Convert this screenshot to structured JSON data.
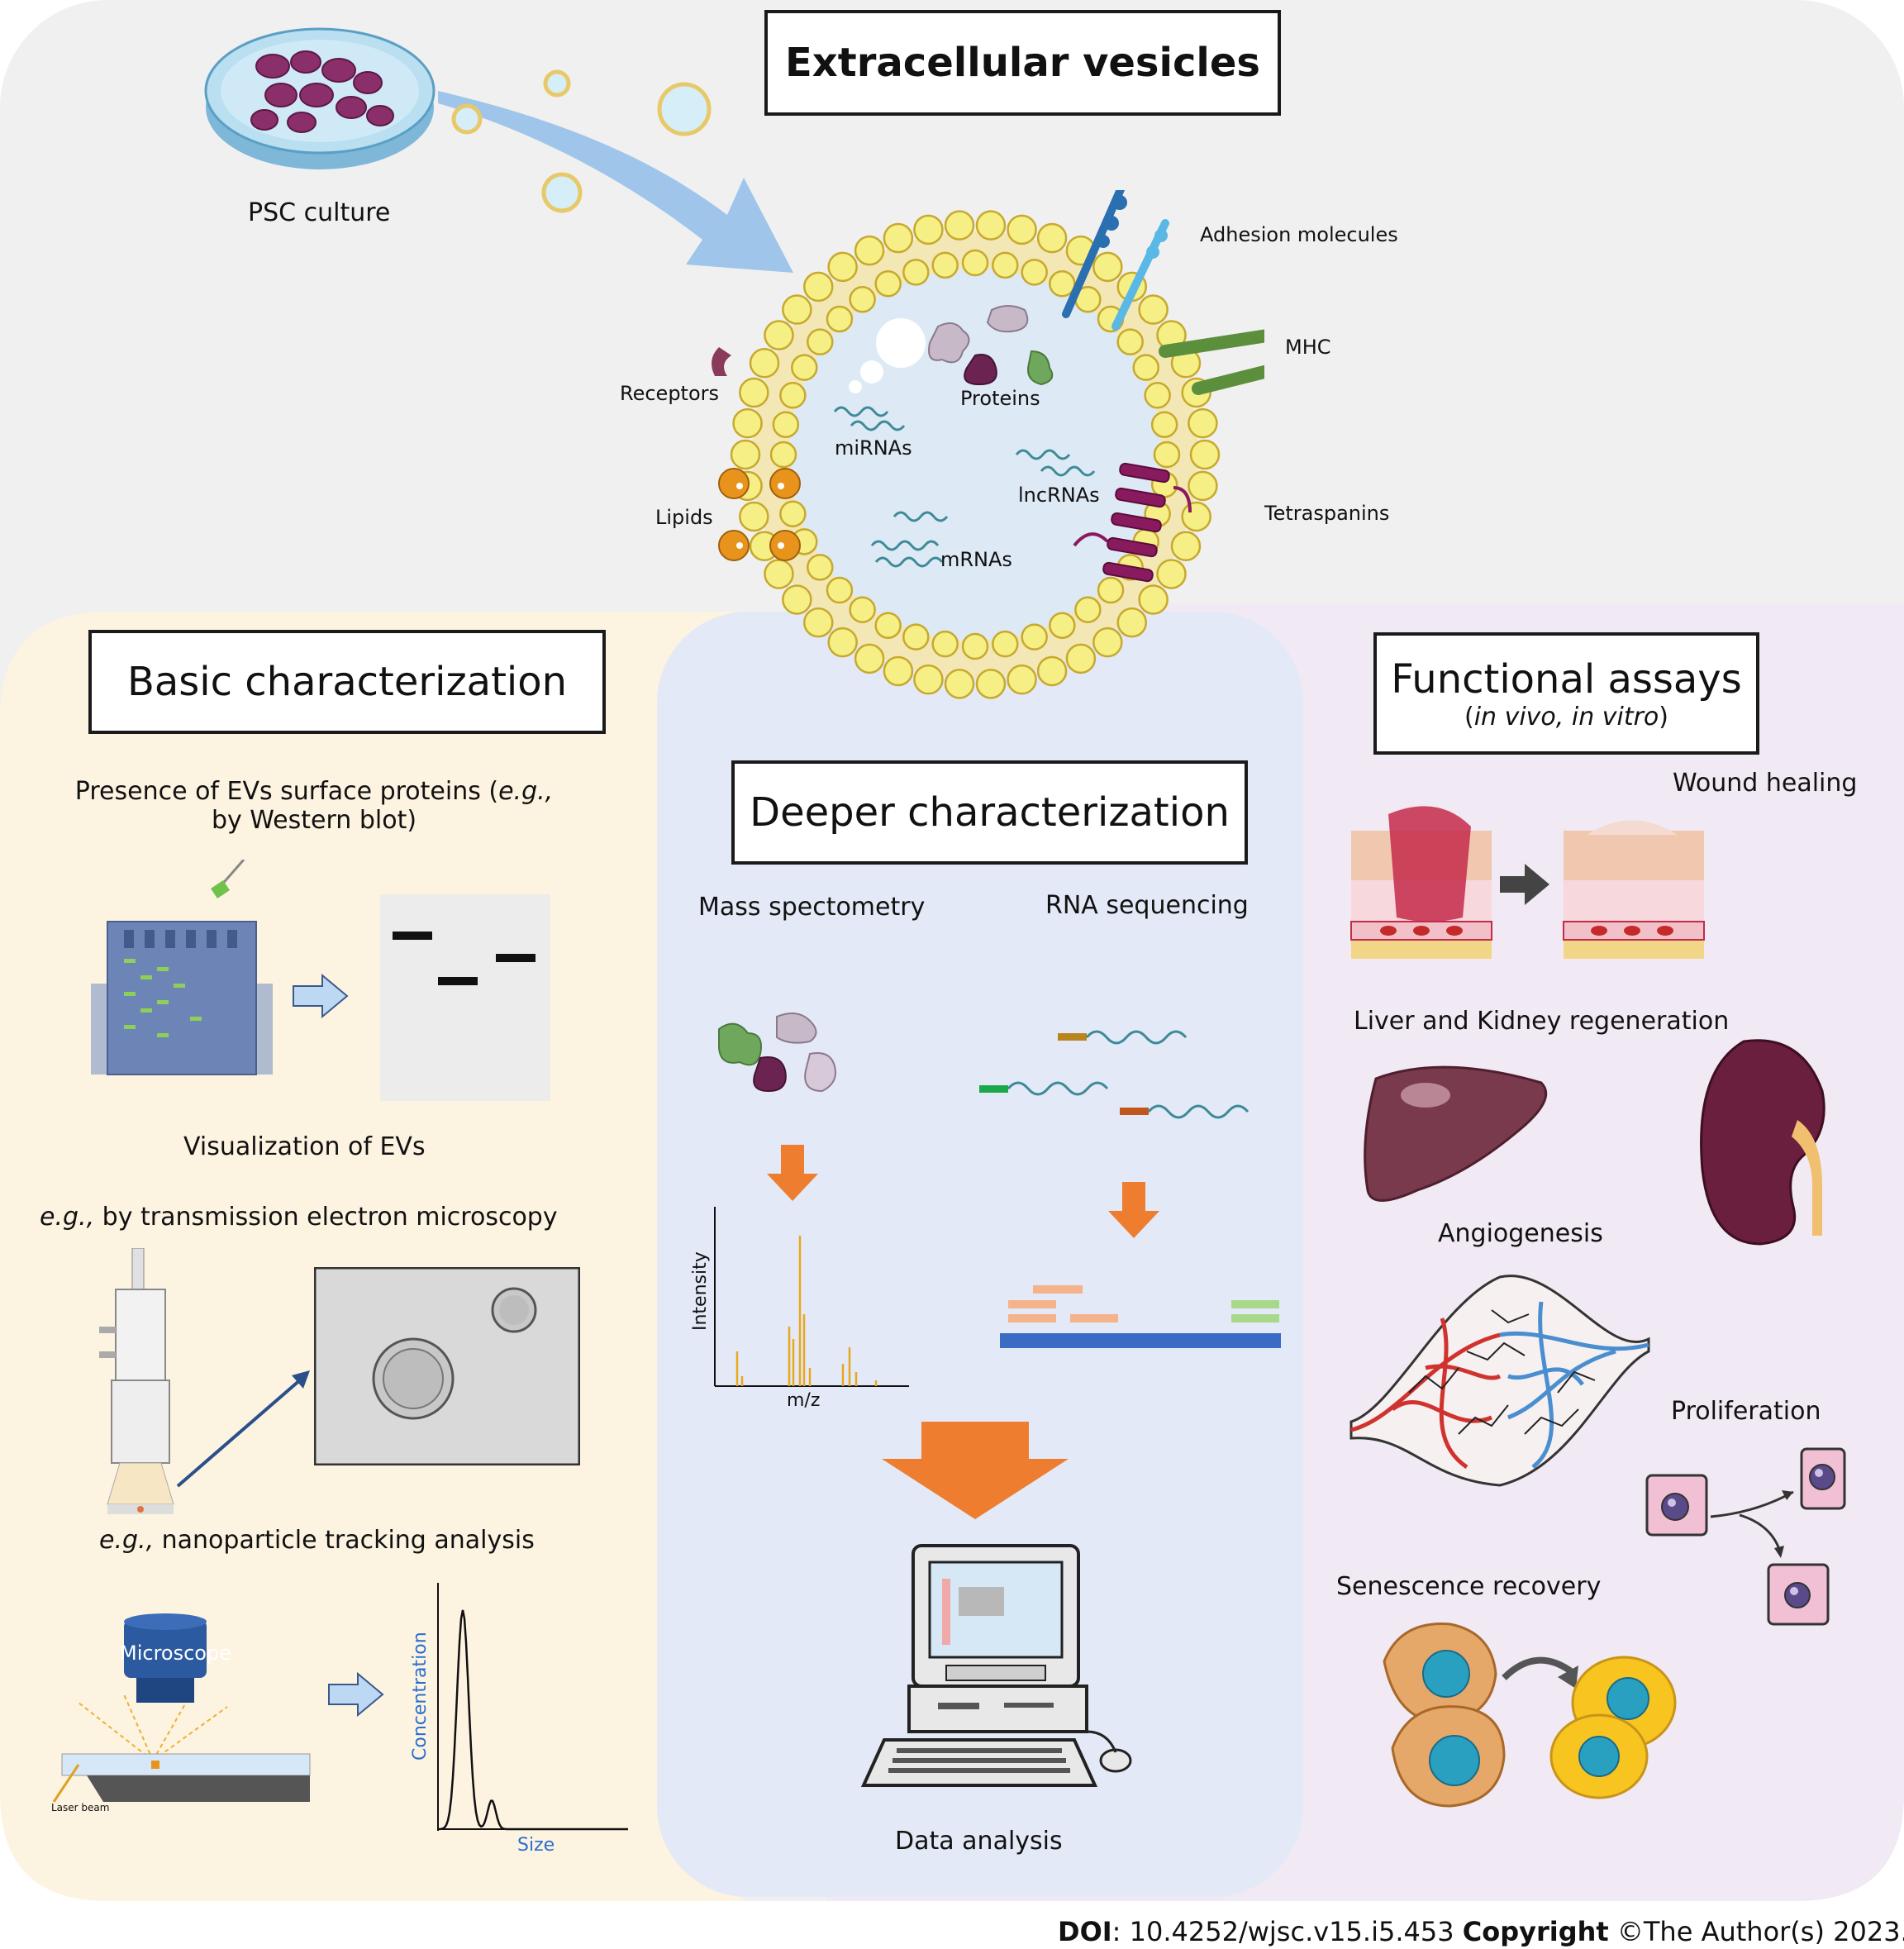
{
  "header": {
    "title": "Extracellular vesicles",
    "psc_culture": "PSC culture"
  },
  "vesicle": {
    "labels": {
      "adhesion": "Adhesion molecules",
      "mhc": "MHC",
      "receptors": "Receptors",
      "proteins": "Proteins",
      "mirnas": "miRNAs",
      "lncrnas": "lncRNAs",
      "lipids": "Lipids",
      "mrnas": "mRNAs",
      "tetraspanins": "Tetraspanins"
    }
  },
  "basic": {
    "title": "Basic characterization",
    "surface_line1_a": "Presence of EVs surface proteins (",
    "surface_line1_eg": "e.g.,",
    "surface_line2": "by Western blot)",
    "visualization": "Visualization of EVs",
    "tem_eg": "e.g.,",
    "tem_rest": " by transmission electron microscopy",
    "nta_eg": "e.g.,",
    "nta_rest": " nanoparticle tracking analysis",
    "microscope": "Microscope",
    "laser_beam": "Laser beam",
    "conc_ylabel": "Concentration",
    "conc_xlabel": "Size"
  },
  "deeper": {
    "title": "Deeper characterization",
    "mass_spec": "Mass spectometry",
    "rna_seq": "RNA sequencing",
    "ms_ylabel": "Intensity",
    "ms_xlabel": "m/z",
    "data_analysis": "Data analysis"
  },
  "functional": {
    "title": "Functional assays",
    "subtitle": "in vivo, in vitro",
    "wound": "Wound healing",
    "liver_kidney": "Liver and Kidney regeneration",
    "angiogenesis": "Angiogenesis",
    "proliferation": "Proliferation",
    "senescence": "Senescence recovery"
  },
  "footer": {
    "doi_label": "DOI",
    "doi_value": ": 10.4252/wjsc.v15.i5.453 ",
    "copyright_label": "Copyright",
    "copyright_value": " ©The Author(s) 2023."
  },
  "colors": {
    "top_bg": "#f0f0f0",
    "basic_bg": "#fdf3e1",
    "deeper_bg": "#e3e9f6",
    "functional_bg": "#f1e9f3",
    "orange_arrow": "#ee7d30",
    "blue_arrow": "#9fc5ea"
  }
}
